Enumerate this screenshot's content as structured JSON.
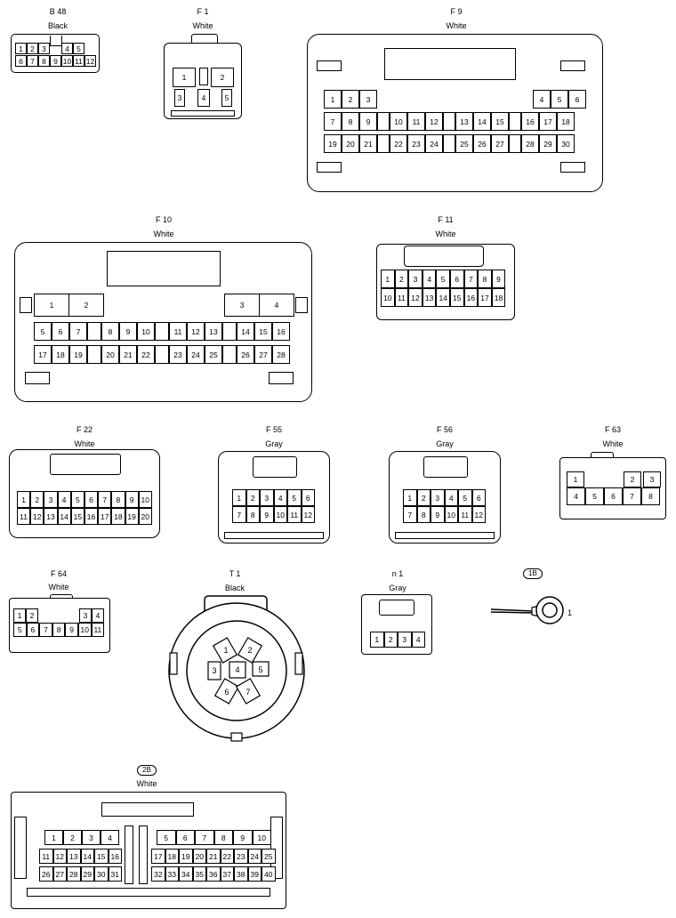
{
  "connectors": {
    "b48": {
      "code": "B 48",
      "color": "Black",
      "row1": [
        "1",
        "2",
        "3",
        "",
        "4",
        "5"
      ],
      "row2": [
        "6",
        "7",
        "8",
        "9",
        "10",
        "11",
        "12"
      ]
    },
    "f1": {
      "code": "F 1",
      "color": "White",
      "row1": [
        "1",
        "2"
      ],
      "row2": [
        "3",
        "4",
        "5"
      ]
    },
    "f9": {
      "code": "F 9",
      "color": "White",
      "row1": [
        "1",
        "2",
        "3",
        "4",
        "5",
        "6"
      ],
      "row2": [
        "7",
        "8",
        "9",
        "10",
        "11",
        "12",
        "13",
        "14",
        "15",
        "16",
        "17",
        "18"
      ],
      "row3": [
        "19",
        "20",
        "21",
        "22",
        "23",
        "24",
        "25",
        "26",
        "27",
        "28",
        "29",
        "30"
      ]
    },
    "f10": {
      "code": "F 10",
      "color": "White",
      "row1": [
        "1",
        "2",
        "3",
        "4"
      ],
      "row2": [
        "5",
        "6",
        "7",
        "8",
        "9",
        "10",
        "11",
        "12",
        "13",
        "14",
        "15",
        "16"
      ],
      "row3": [
        "17",
        "18",
        "19",
        "20",
        "21",
        "22",
        "23",
        "24",
        "25",
        "26",
        "27",
        "28"
      ]
    },
    "f11": {
      "code": "F 11",
      "color": "White",
      "row1": [
        "1",
        "2",
        "3",
        "4",
        "5",
        "6",
        "7",
        "8",
        "9"
      ],
      "row2": [
        "10",
        "11",
        "12",
        "13",
        "14",
        "15",
        "16",
        "17",
        "18"
      ]
    },
    "f22": {
      "code": "F 22",
      "color": "White",
      "row1": [
        "1",
        "2",
        "3",
        "4",
        "5",
        "6",
        "7",
        "8",
        "9",
        "10"
      ],
      "row2": [
        "11",
        "12",
        "13",
        "14",
        "15",
        "16",
        "17",
        "18",
        "19",
        "20"
      ]
    },
    "f55": {
      "code": "F 55",
      "color": "Gray",
      "row1": [
        "1",
        "2",
        "3",
        "4",
        "5",
        "6"
      ],
      "row2": [
        "7",
        "8",
        "9",
        "10",
        "11",
        "12"
      ]
    },
    "f56": {
      "code": "F 56",
      "color": "Gray",
      "row1": [
        "1",
        "2",
        "3",
        "4",
        "5",
        "6"
      ],
      "row2": [
        "7",
        "8",
        "9",
        "10",
        "11",
        "12"
      ]
    },
    "f63": {
      "code": "F 63",
      "color": "White",
      "row1": [
        "1",
        "2",
        "3"
      ],
      "row2": [
        "4",
        "5",
        "6",
        "7",
        "8"
      ]
    },
    "f64": {
      "code": "F 64",
      "color": "White",
      "row1": [
        "1",
        "2",
        "3",
        "4"
      ],
      "row2": [
        "5",
        "6",
        "7",
        "8",
        "9",
        "10",
        "11"
      ]
    },
    "t1": {
      "code": "T 1",
      "color": "Black",
      "pins": [
        "1",
        "2",
        "3",
        "4",
        "5",
        "6",
        "7"
      ]
    },
    "n1": {
      "code": "n 1",
      "color": "Gray",
      "row1": [
        "1",
        "2",
        "3",
        "4"
      ]
    },
    "g1b": {
      "code": "1B",
      "pin": "1"
    },
    "c2b": {
      "code": "2B",
      "color": "White",
      "row1a": [
        "1",
        "2",
        "3",
        "4"
      ],
      "row1b": [
        "5",
        "6",
        "7",
        "8",
        "9",
        "10"
      ],
      "row2a": [
        "11",
        "12",
        "13",
        "14",
        "15",
        "16"
      ],
      "row2b": [
        "17",
        "18",
        "19",
        "20",
        "21",
        "22",
        "23",
        "24",
        "25"
      ],
      "row3a": [
        "26",
        "27",
        "28",
        "29",
        "30",
        "31"
      ],
      "row3b": [
        "32",
        "33",
        "34",
        "35",
        "36",
        "37",
        "38",
        "39",
        "40"
      ]
    }
  }
}
